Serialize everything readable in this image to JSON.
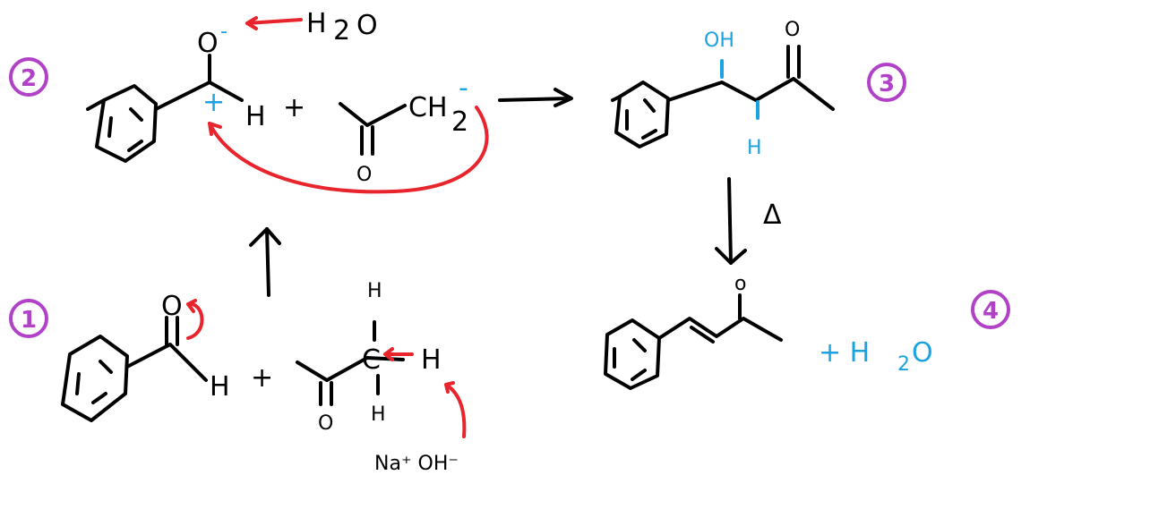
{
  "colors": {
    "ink": "#000000",
    "arrow": "#e8252d",
    "highlight": "#1aa3e0",
    "step_marker": "#b142c8",
    "background": "#ffffff"
  },
  "steps": [
    {
      "id": "step-1",
      "marker": "1"
    },
    {
      "id": "step-2",
      "marker": "2"
    },
    {
      "id": "step-3",
      "marker": "3"
    },
    {
      "id": "step-4",
      "marker": "4"
    }
  ],
  "step1": {
    "aldehyde_O": "O",
    "aldehyde_H": "H",
    "plus": "+",
    "ketone_O": "O",
    "ch_C": "C",
    "h_top": "H",
    "h_bottom": "H",
    "h_right": "H",
    "base": "Na⁺ OH⁻"
  },
  "step2": {
    "alkoxide_O": "O",
    "O_charge": "-",
    "carbon_charge": "+",
    "aldehyde_H": "H",
    "plus": "+",
    "enolate_CH2": "CH",
    "enolate_sub2": "2",
    "enolate_charge": "-",
    "ketone_O": "O",
    "water": "H",
    "water_sub": "2",
    "water_O": "O"
  },
  "step3": {
    "OH": "OH",
    "ketone_O": "O",
    "H": "H",
    "heat": "Δ"
  },
  "step4": {
    "ketone_O": "o",
    "plus_water": "+ H",
    "water_sub": "2",
    "water_O": "O"
  }
}
